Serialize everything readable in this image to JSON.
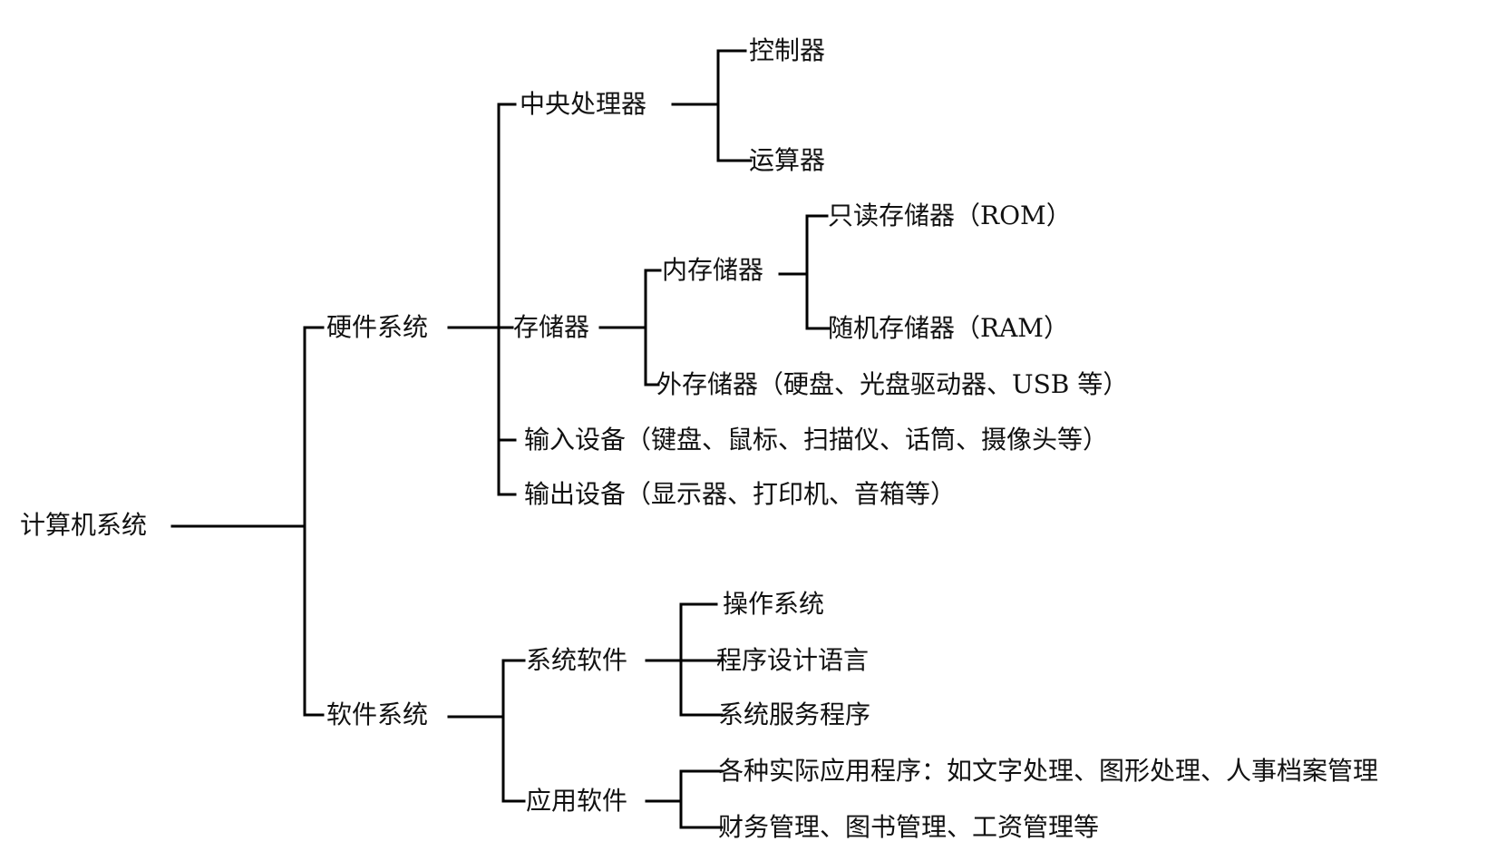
{
  "diagram": {
    "root": "计算机系统",
    "hardware": {
      "label": "硬件系统",
      "cpu": {
        "label": "中央处理器",
        "controller": "控制器",
        "alu": "运算器"
      },
      "memory": {
        "label": "存储器",
        "internal": {
          "label": "内存储器",
          "rom": "只读存储器（ROM）",
          "ram": "随机存储器（RAM）"
        },
        "external": "外存储器（硬盘、光盘驱动器、USB 等）"
      },
      "input": "输入设备（键盘、鼠标、扫描仪、话筒、摄像头等）",
      "output": "输出设备（显示器、打印机、音箱等）"
    },
    "software": {
      "label": "软件系统",
      "system": {
        "label": "系统软件",
        "os": "操作系统",
        "lang": "程序设计语言",
        "services": "系统服务程序"
      },
      "application": {
        "label": "应用软件",
        "line1": "各种实际应用程序：如文字处理、图形处理、人事档案管理",
        "line2": "财务管理、图书管理、工资管理等"
      }
    }
  }
}
